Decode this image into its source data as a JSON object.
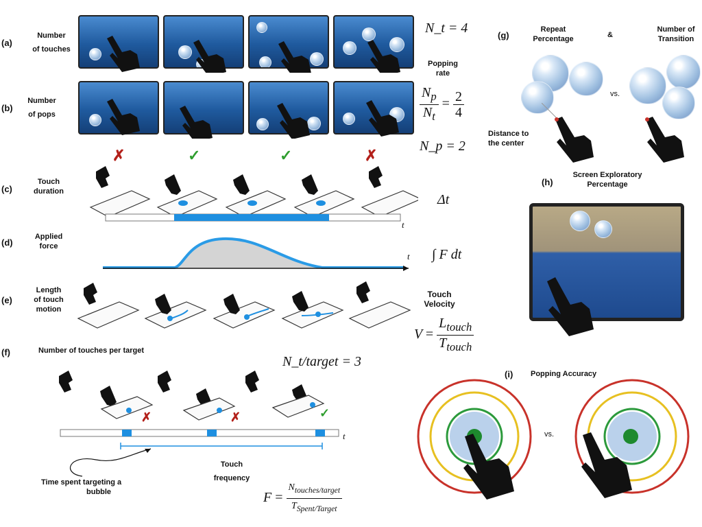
{
  "panels": {
    "a": {
      "tag": "(a)",
      "label_line1": "Number",
      "label_line2": "of touches",
      "formula": "N_t = 4"
    },
    "b": {
      "tag": "(b)",
      "label_line1": "Number",
      "label_line2": "of pops",
      "rate_title_line1": "Popping",
      "rate_title_line2": "rate",
      "np_value": "N_p = 2"
    },
    "c": {
      "tag": "(c)",
      "label_line1": "Touch",
      "label_line2": "duration",
      "formula": "Δt",
      "axis": "t"
    },
    "d": {
      "tag": "(d)",
      "label_line1": "Applied",
      "label_line2": "force",
      "formula": "∫ F dt",
      "axis": "t"
    },
    "e": {
      "tag": "(e)",
      "label_line1": "Length",
      "label_line2": "of touch",
      "label_line3": "motion",
      "velocity_title_line1": "Touch",
      "velocity_title_line2": "Velocity"
    },
    "f": {
      "tag": "(f)",
      "title": "Number of touches per target",
      "n_formula": "N_t/target = 3",
      "axis": "t",
      "note_line1": "Time spent targeting a",
      "note_line2": "bubble",
      "freq_line1": "Touch",
      "freq_line2": "frequency"
    },
    "g": {
      "tag": "(g)",
      "left_title_line1": "Repeat",
      "left_title_line2": "Percentage",
      "amp": "&",
      "right_title_line1": "Number of",
      "right_title_line2": "Transition",
      "vs": "vs.",
      "dist_line1": "Distance to",
      "dist_line2": "the center"
    },
    "h": {
      "tag": "(h)",
      "title_line1": "Screen Exploratory",
      "title_line2": "Percentage"
    },
    "i": {
      "tag": "(i)",
      "title": "Popping Accuracy",
      "vs": "vs."
    }
  },
  "pop_outcomes": [
    "x",
    "check",
    "check",
    "x"
  ],
  "target_outcomes": [
    "x",
    "x",
    "check"
  ],
  "colors": {
    "bar": "#1e8fe0",
    "force_curve": "#2a9be6",
    "cross": "#b3201a",
    "check": "#2f9e2f",
    "ring_red": "#c8322a",
    "ring_yellow": "#e7c021",
    "ring_green": "#2c9a3c"
  }
}
